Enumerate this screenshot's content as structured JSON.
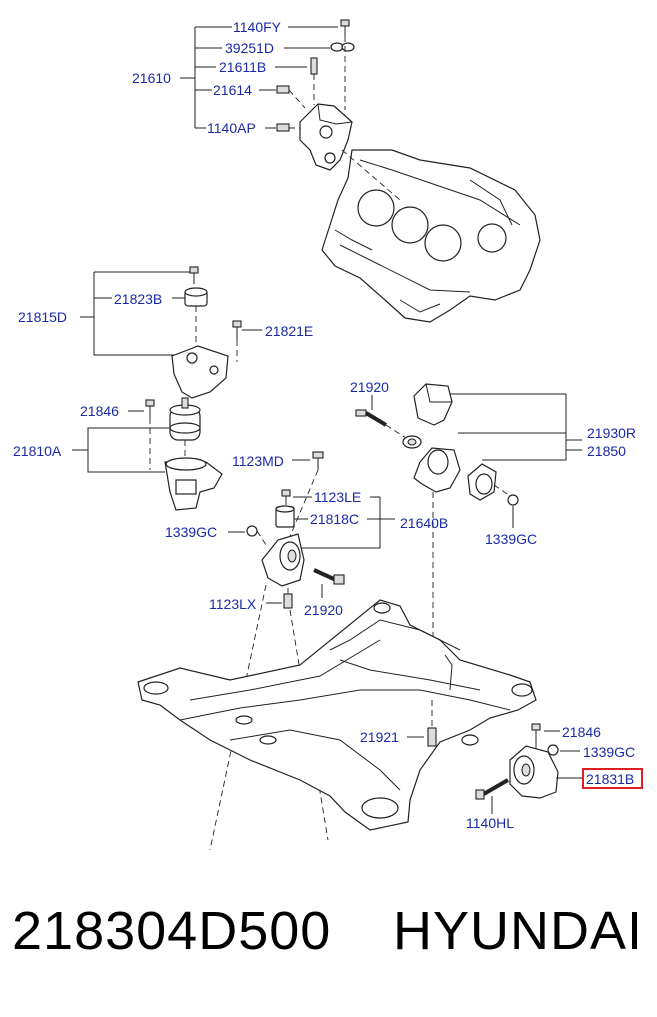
{
  "labels": {
    "p1140fy": "1140FY",
    "p39251d": "39251D",
    "p21611b": "21611B",
    "p21610": "21610",
    "p21614": "21614",
    "p1140ap": "1140AP",
    "p21823b": "21823B",
    "p21815d": "21815D",
    "p21821e": "21821E",
    "p21846_left": "21846",
    "p21810a": "21810A",
    "p21920_top": "21920",
    "p21930r": "21930R",
    "p21850": "21850",
    "p1123md": "1123MD",
    "p1123le": "1123LE",
    "p21818c": "21818C",
    "p21640b": "21640B",
    "p1339gc_left": "1339GC",
    "p1339gc_mid": "1339GC",
    "p1123lx": "1123LX",
    "p21920_mid": "21920",
    "p21921": "21921",
    "p21846_right": "21846",
    "p1339gc_right": "1339GC",
    "p21831b": "21831B",
    "p1140hl": "1140HL"
  },
  "highlighted_part": "21831B",
  "highlight_color": "#e02020",
  "label_color": "#1a2aa8",
  "footer": {
    "part_number": "218304D500",
    "brand": "HYUNDAI"
  }
}
